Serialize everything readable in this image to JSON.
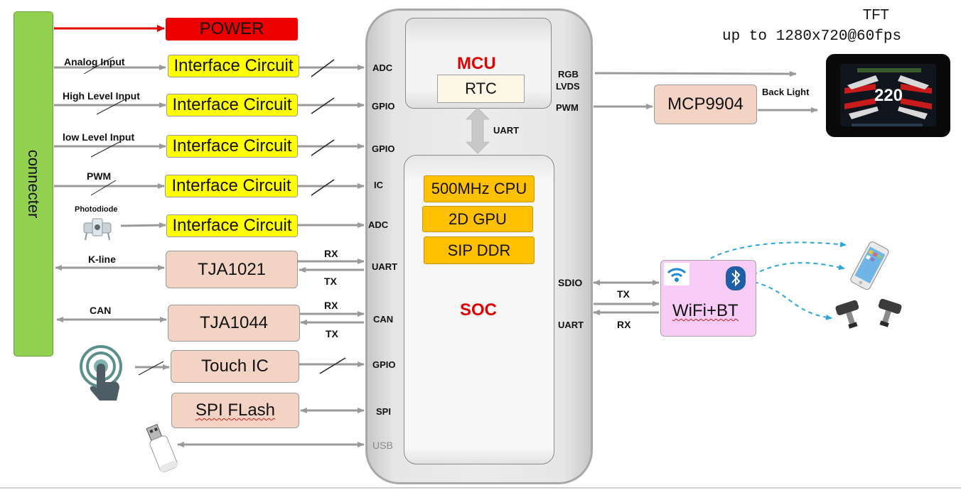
{
  "power": {
    "label": "POWER"
  },
  "connector": {
    "label": "connecter"
  },
  "inputs": {
    "analog": "Analog Input",
    "high_level": "High Level Input",
    "low_level": "low Level Input",
    "pwm": "PWM",
    "photodiode": "Photodiode",
    "kline": "K-line",
    "can": "CAN"
  },
  "interface_circuit": "Interface Circuit",
  "transceivers": {
    "tja1021": "TJA1021",
    "tja1044": "TJA1044"
  },
  "touch_ic": "Touch IC",
  "spi_flash": "SPI FLash",
  "signals": {
    "rx": "RX",
    "tx": "TX"
  },
  "soc_pins_left": {
    "adc1": "ADC",
    "gpio1": "GPIO",
    "gpio2": "GPIO",
    "ic": "IC",
    "adc2": "ADC",
    "uart": "UART",
    "can": "CAN",
    "gpio3": "GPIO",
    "spi": "SPI",
    "usb": "USB"
  },
  "mcu": {
    "title": "MCU",
    "rtc": "RTC"
  },
  "uart_link": "UART",
  "soc": {
    "title": "SOC",
    "cpu": "500MHz CPU",
    "gpu": "2D GPU",
    "ddr": "SIP DDR"
  },
  "soc_pins_right": {
    "rgb": "RGB",
    "lvds": "LVDS",
    "pwm": "PWM",
    "sdio": "SDIO",
    "uart": "UART"
  },
  "mcp": "MCP9904",
  "back_light": "Back Light",
  "tft": {
    "title": "TFT",
    "subtitle": "up to 1280x720@60fps",
    "speed": "220"
  },
  "wifi_bt": "WiFi+BT",
  "icons": [
    "wifi-icon",
    "bluetooth-icon",
    "phone-icon",
    "tire-sensor-icon",
    "touch-hand-icon",
    "usb-stick-icon",
    "photodiode-icon"
  ],
  "colors": {
    "connector": "#92d050",
    "power": "#ee0000",
    "interface": "#ffff00",
    "transceiver": "#f2d3c4",
    "soc_block": "#ffc000",
    "wifi": "#f8ccf6",
    "title_red": "#e00000"
  }
}
